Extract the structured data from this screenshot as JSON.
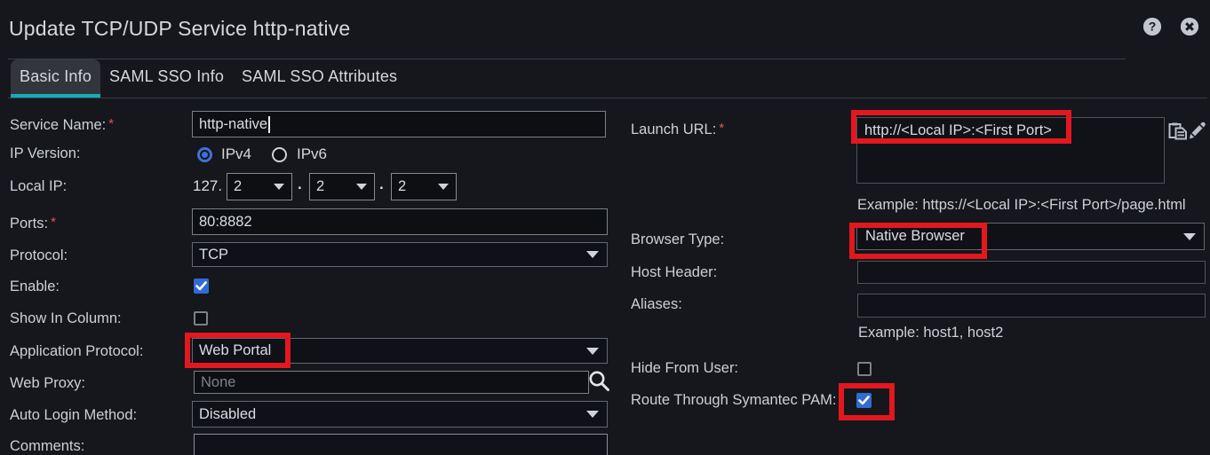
{
  "colors": {
    "background": "#15171c",
    "accent_teal": "#13acb8",
    "highlight_red": "#e3171e",
    "checkbox_blue": "#316bd3",
    "radio_blue": "#3d72d8",
    "label_text": "#ccd0d5",
    "field_text": "#dadde2",
    "required_star": "#e05252"
  },
  "header": {
    "title": "Update TCP/UDP Service http-native",
    "help_icon": "question-mark-circle",
    "close_icon": "x-circle"
  },
  "tabs": [
    {
      "label": "Basic Info",
      "active": true
    },
    {
      "label": "SAML SSO Info",
      "active": false
    },
    {
      "label": "SAML SSO Attributes",
      "active": false
    }
  ],
  "form": {
    "service_name": {
      "label": "Service Name:",
      "required": "*",
      "value": "http-native"
    },
    "ip_version": {
      "label": "IP Version:",
      "options": [
        {
          "label": "IPv4",
          "selected": true
        },
        {
          "label": "IPv6",
          "selected": false
        }
      ]
    },
    "local_ip": {
      "label": "Local IP:",
      "prefix": "127.",
      "octet1": "2",
      "octet2": "2",
      "octet3": "2",
      "separator": "."
    },
    "ports": {
      "label": "Ports:",
      "required": "*",
      "value": "80:8882"
    },
    "protocol": {
      "label": "Protocol:",
      "value": "TCP"
    },
    "enable": {
      "label": "Enable:",
      "checked": true
    },
    "show_in_column": {
      "label": "Show In Column:",
      "checked": false
    },
    "application_protocol": {
      "label": "Application Protocol:",
      "value": "Web Portal",
      "highlighted": true
    },
    "web_proxy": {
      "label": "Web Proxy:",
      "placeholder": "None",
      "search_icon": "magnifier"
    },
    "auto_login_method": {
      "label": "Auto Login Method:",
      "value": "Disabled"
    },
    "comments": {
      "label": "Comments:",
      "value": ""
    },
    "launch_url": {
      "label": "Launch URL:",
      "required": "*",
      "value": "http://<Local IP>:<First Port>",
      "hint": "Example: https://<Local IP>:<First Port>/page.html",
      "copy_icon": "clipboard-copy",
      "edit_icon": "pencil",
      "highlighted": true
    },
    "browser_type": {
      "label": "Browser Type:",
      "value": "Native Browser",
      "highlighted": true
    },
    "host_header": {
      "label": "Host Header:",
      "value": ""
    },
    "aliases": {
      "label": "Aliases:",
      "value": "",
      "hint": "Example: host1, host2"
    },
    "hide_from_user": {
      "label": "Hide From User:",
      "checked": false
    },
    "route_through_pam": {
      "label": "Route Through Symantec PAM:",
      "checked": true,
      "highlighted": true
    }
  }
}
